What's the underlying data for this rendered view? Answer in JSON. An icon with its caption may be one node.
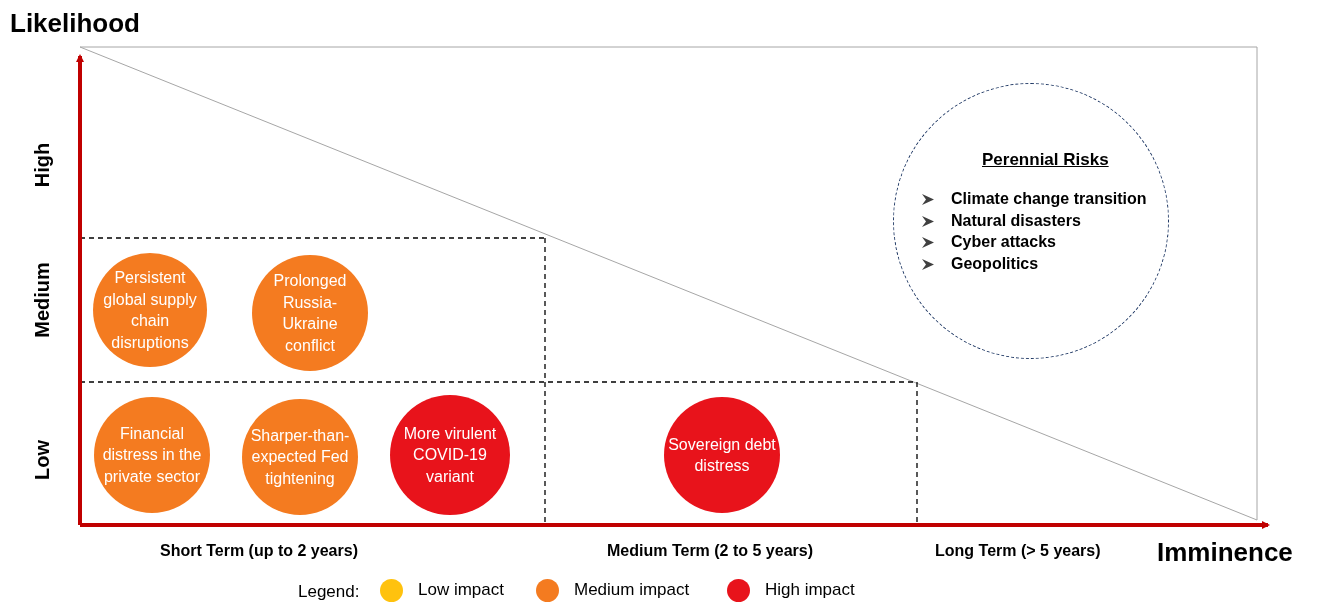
{
  "diagram": {
    "nodes": [
      {
        "text": [
          "Persistent global supply chain disruptions"
        ]
      },
      {
        "text": [
          "Prolonged Russia-Ukraine conflict"
        ]
      },
      {
        "text": [
          "Financial distress in the private sector"
        ]
      },
      {
        "text": [
          "Sharper-than-expected Fed tightening"
        ]
      },
      {
        "text": [
          "More virulent COVID-19 variant"
        ]
      },
      {
        "text": [
          "Sovereign debt distress"
        ]
      },
      {
        "text": [
          "Perennial Risks",
          "Climate change transition",
          "Natural disasters",
          "Cyber attacks",
          "Geopolitics"
        ]
      }
    ],
    "labels": [
      "Likelihood",
      "High",
      "Medium",
      "Low",
      "Short Term (up to 2 years)",
      "Medium Term (2 to 5 years)",
      "Long Term (> 5 years)",
      "Imminence",
      "Legend:"
    ],
    "legend": [
      {
        "text": "Low impact",
        "color": "#ffc20e"
      },
      {
        "text": "Medium impact",
        "color": "#f47b20"
      },
      {
        "text": "High impact",
        "color": "#e8131b"
      }
    ]
  }
}
